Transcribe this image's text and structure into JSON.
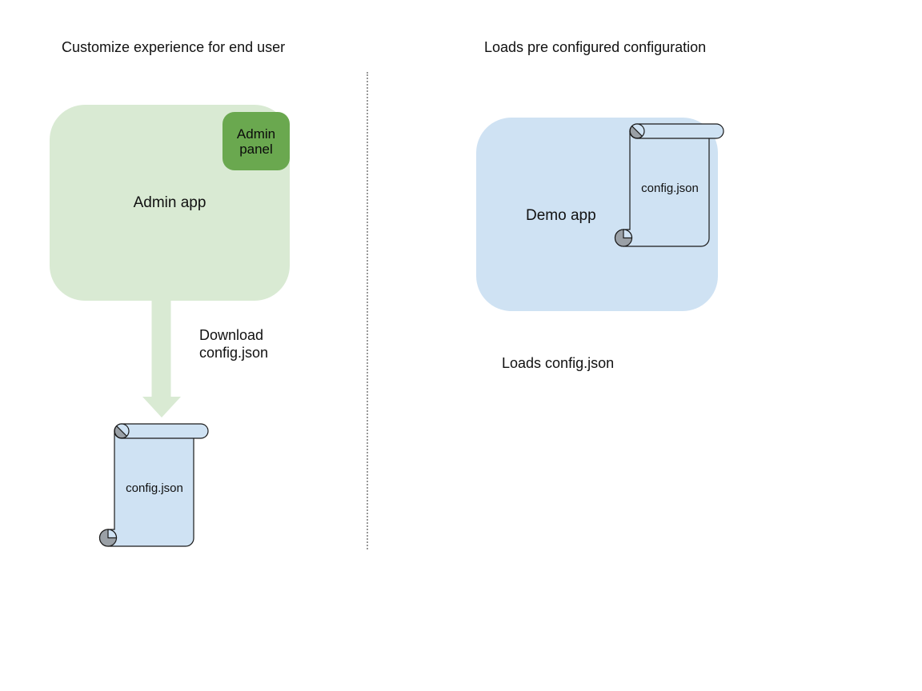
{
  "diagram": {
    "left": {
      "heading": "Customize experience for end user",
      "admin_app_label": "Admin app",
      "admin_panel_label": "Admin\npanel",
      "arrow_label": "Download\nconfig.json",
      "config_file_label": "config.json"
    },
    "right": {
      "heading": "Loads pre configured configuration",
      "demo_app_label": "Demo app",
      "config_file_label": "config.json",
      "caption": "Loads config.json"
    }
  },
  "colors": {
    "green_light": "#d9ead3",
    "green_dark": "#6aa84f",
    "blue_light": "#cfe2f3",
    "curl_gray": "#9aa0a6",
    "outline": "#1a1a1a",
    "divider_gray": "#999999",
    "text": "#111111"
  }
}
